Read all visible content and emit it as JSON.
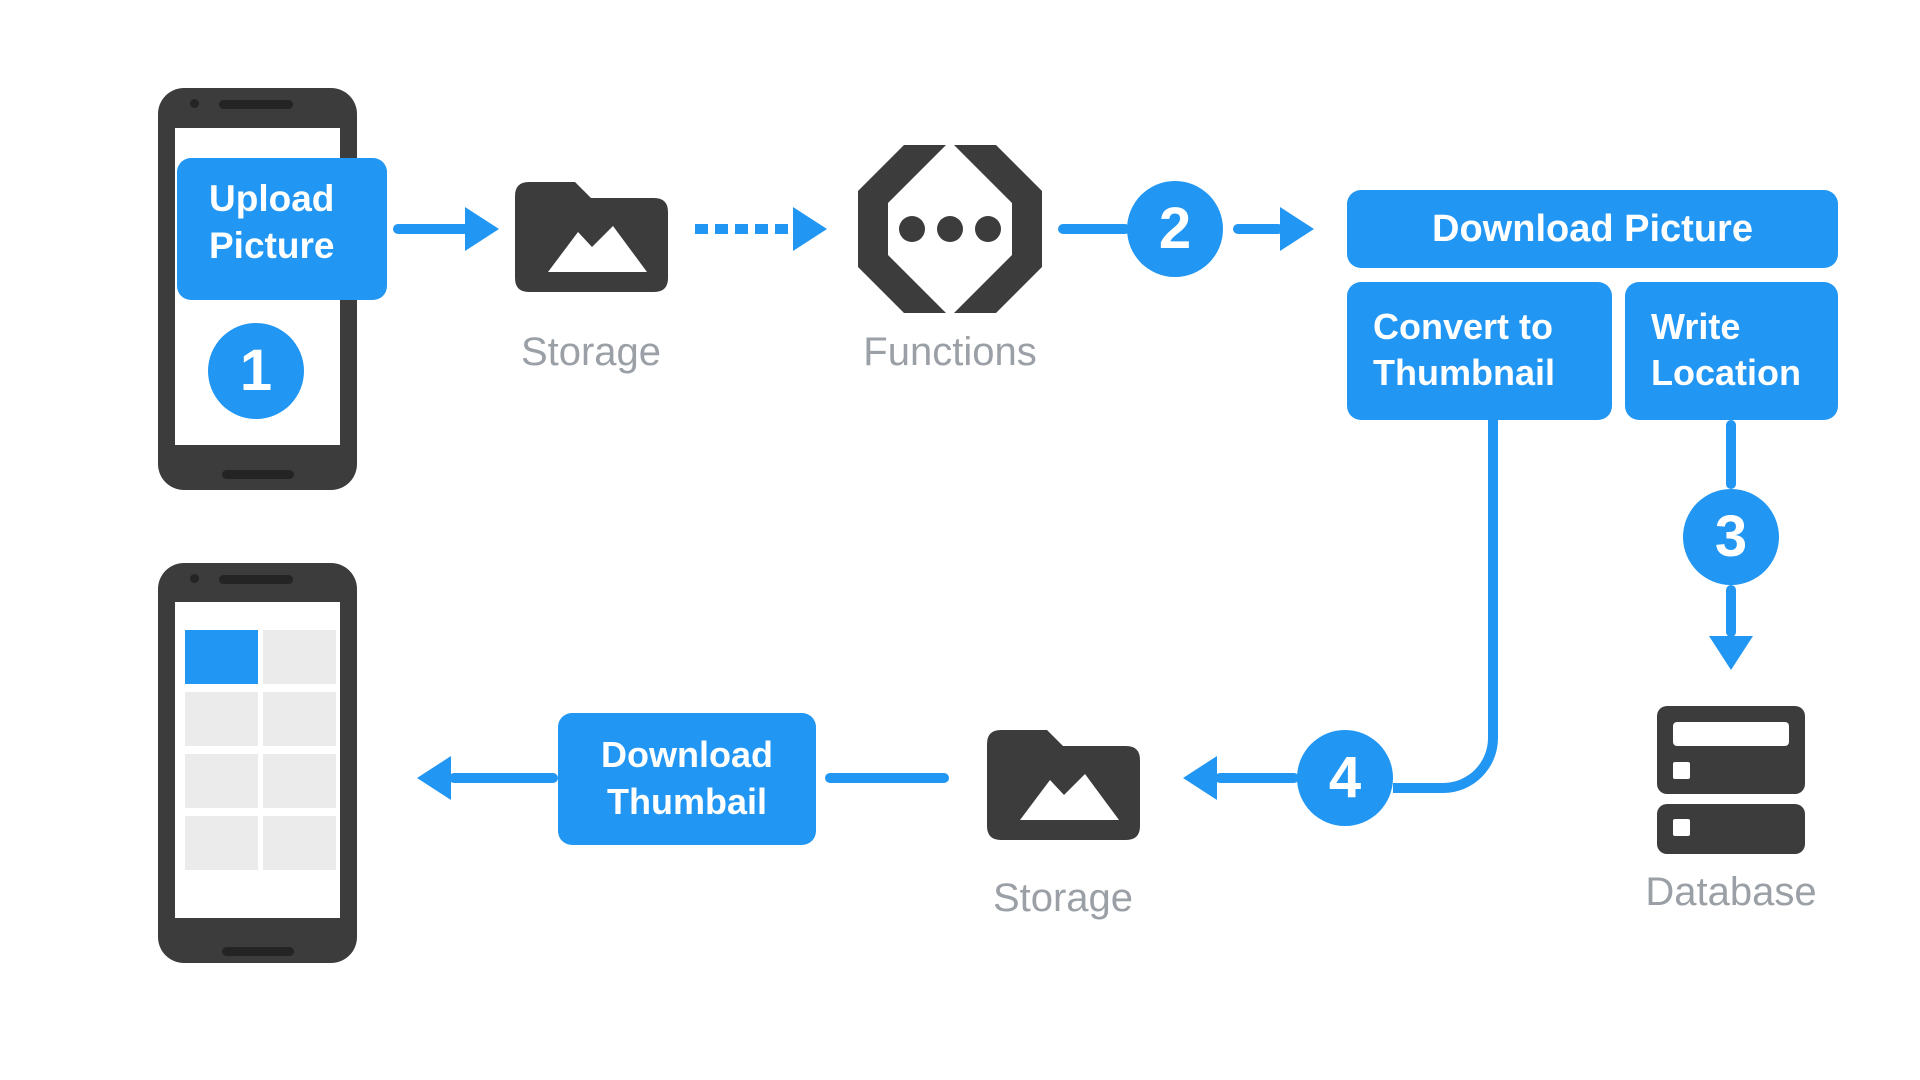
{
  "colors": {
    "accent": "#2196f3",
    "dark": "#3c3c3c",
    "caption": "#9aa0a6",
    "tile": "#ebebeb",
    "detail": "#242424"
  },
  "badges": {
    "step1": "1",
    "step2": "2",
    "step3": "3",
    "step4": "4"
  },
  "nodes": {
    "upload_button": {
      "line1": "Upload",
      "line2": "Picture"
    },
    "storage_top": {
      "label": "Storage",
      "icon": "image-folder-icon"
    },
    "functions": {
      "label": "Functions",
      "icon": "code-brackets-icon"
    },
    "download_picture": {
      "label": "Download Picture"
    },
    "convert_to_thumbnail": {
      "line1": "Convert to",
      "line2": "Thumbnail"
    },
    "write_location": {
      "line1": "Write",
      "line2": "Location"
    },
    "database": {
      "label": "Database",
      "icon": "server-stack-icon"
    },
    "storage_bottom": {
      "label": "Storage",
      "icon": "image-folder-icon"
    },
    "download_thumbnail": {
      "line1": "Download",
      "line2": "Thumbail"
    },
    "phone_top": {
      "icon": "smartphone-icon"
    },
    "phone_bottom": {
      "icon": "smartphone-thumbnail-grid-icon"
    }
  }
}
